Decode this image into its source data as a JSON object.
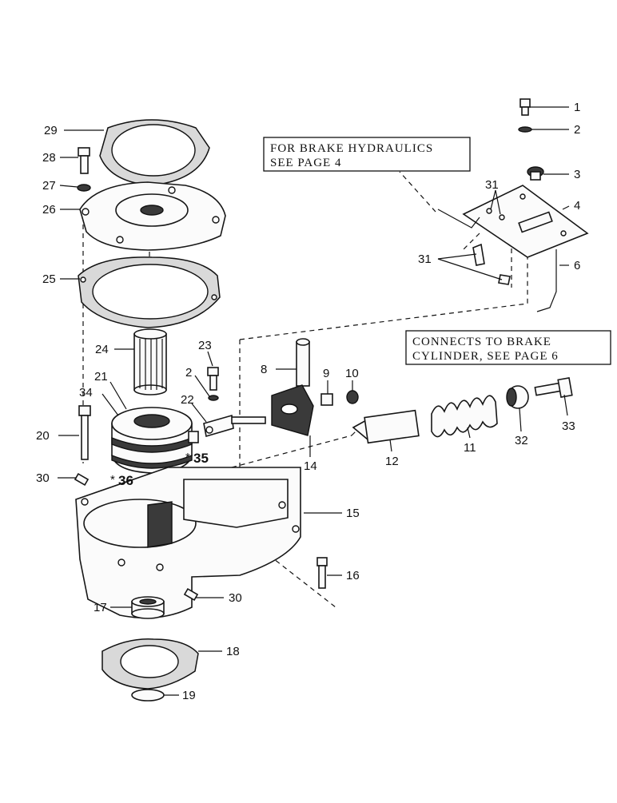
{
  "notes": {
    "hydraulics_line1": "FOR BRAKE HYDRAULICS",
    "hydraulics_line2": "SEE PAGE 4",
    "cylinder_line1": "CONNECTS TO BRAKE",
    "cylinder_line2": "CYLINDER, SEE PAGE 6"
  },
  "callouts": {
    "p1": "1",
    "p2": "2",
    "p2b": "2",
    "p3": "3",
    "p4": "4",
    "p6": "6",
    "p8": "8",
    "p9": "9",
    "p10": "10",
    "p11": "11",
    "p12": "12",
    "p14": "14",
    "p15": "15",
    "p16": "16",
    "p17": "17",
    "p18": "18",
    "p19": "19",
    "p20": "20",
    "p21": "21",
    "p22": "22",
    "p23": "23",
    "p24": "24",
    "p25": "25",
    "p26": "26",
    "p27": "27",
    "p28": "28",
    "p29": "29",
    "p30": "30",
    "p30b": "30",
    "p31a": "31",
    "p31b": "31",
    "p32": "32",
    "p33": "33",
    "p34": "34",
    "p35": "35",
    "p36": "36",
    "asterisk35": "*",
    "asterisk36": "*"
  }
}
